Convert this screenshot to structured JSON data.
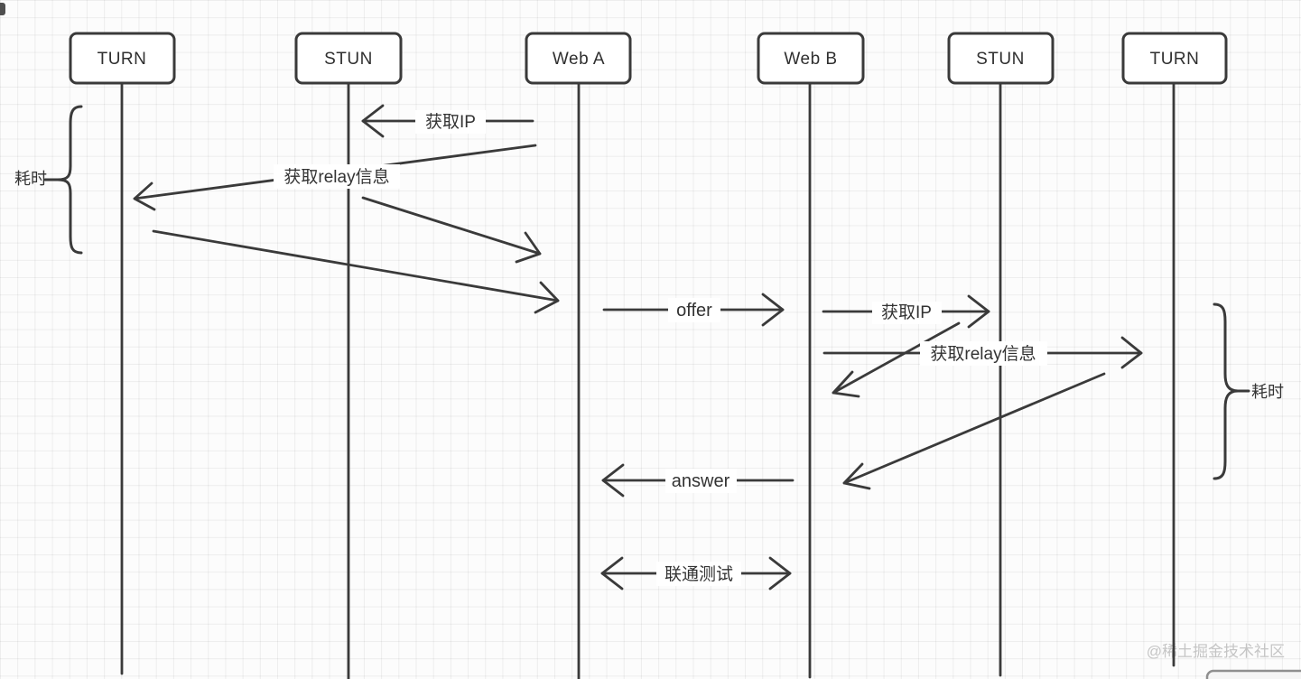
{
  "participants": [
    {
      "label": "TURN"
    },
    {
      "label": "STUN"
    },
    {
      "label": "Web A"
    },
    {
      "label": "Web B"
    },
    {
      "label": "STUN"
    },
    {
      "label": "TURN"
    }
  ],
  "messages": {
    "get_ip_left": "获取IP",
    "get_relay_left": "获取relay信息",
    "offer": "offer",
    "get_ip_right": "获取IP",
    "get_relay_right": "获取relay信息",
    "answer": "answer",
    "connectivity_test": "联通测试"
  },
  "braces": {
    "left_label": "耗时",
    "right_label": "耗时"
  },
  "watermark": "@稀土掘金技术社区",
  "colors": {
    "stroke": "#3a3a3a",
    "label_text": "#333333",
    "watermark": "#c5c5c5",
    "grid_line": "#ececec",
    "background": "#fcfcfc"
  }
}
